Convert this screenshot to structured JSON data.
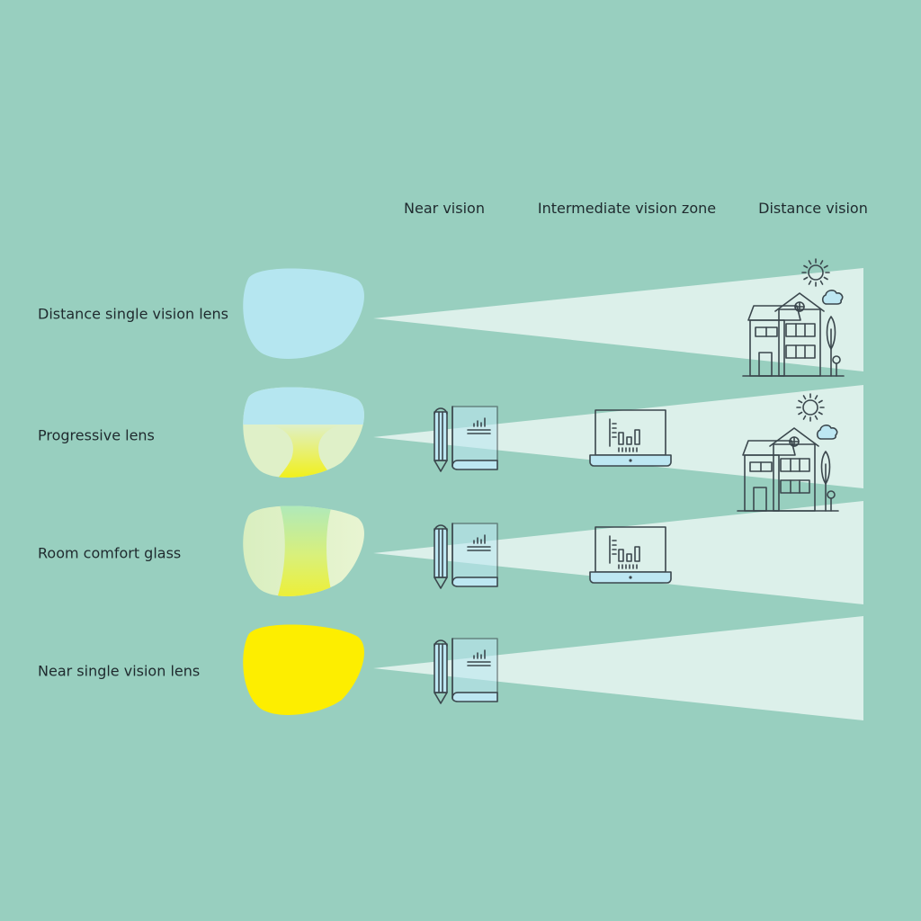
{
  "columns": [
    "Near vision",
    "Intermediate vision zone",
    "Distance vision"
  ],
  "rows": [
    {
      "label": "Distance single vision lens",
      "near_icon": "",
      "intermediate_icon": "",
      "distance_icon": "house-icon"
    },
    {
      "label": "Progressive lens",
      "near_icon": "book-pencil-icon",
      "intermediate_icon": "laptop-chart-icon",
      "distance_icon": "house-icon"
    },
    {
      "label": "Room comfort glass",
      "near_icon": "book-pencil-icon",
      "intermediate_icon": "laptop-chart-icon",
      "distance_icon": ""
    },
    {
      "label": "Near single vision lens",
      "near_icon": "book-pencil-icon",
      "intermediate_icon": "",
      "distance_icon": ""
    }
  ],
  "colors": {
    "background": "#98cfbf",
    "distance_zone": "#b5e6f0",
    "near_zone": "#fdee00",
    "intermediate_zone": "#dff0c8",
    "beam": "#e3f3ee",
    "icon_stroke": "#3b474d",
    "icon_fill": "#bde7f2"
  }
}
